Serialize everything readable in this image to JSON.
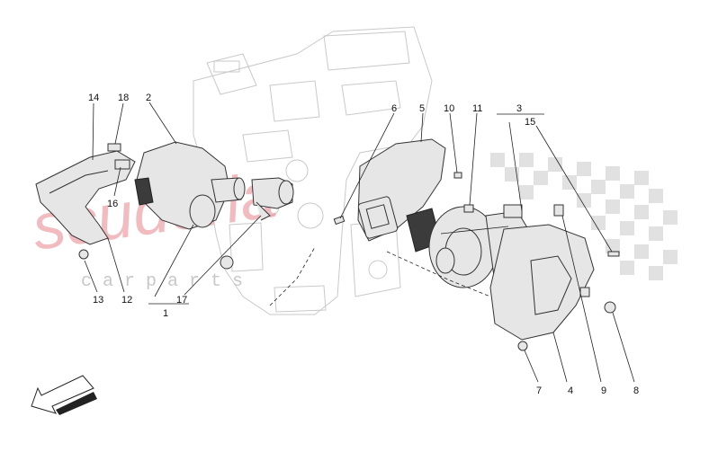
{
  "diagram": {
    "callouts": [
      {
        "id": "c14",
        "label": "14"
      },
      {
        "id": "c18",
        "label": "18"
      },
      {
        "id": "c2",
        "label": "2"
      },
      {
        "id": "c6",
        "label": "6"
      },
      {
        "id": "c5",
        "label": "5"
      },
      {
        "id": "c10",
        "label": "10"
      },
      {
        "id": "c11",
        "label": "11"
      },
      {
        "id": "c3",
        "label": "3"
      },
      {
        "id": "c15",
        "label": "15"
      },
      {
        "id": "c16",
        "label": "16"
      },
      {
        "id": "c13",
        "label": "13"
      },
      {
        "id": "c12",
        "label": "12"
      },
      {
        "id": "c17",
        "label": "17"
      },
      {
        "id": "c1",
        "label": "1"
      },
      {
        "id": "c7",
        "label": "7"
      },
      {
        "id": "c4",
        "label": "4"
      },
      {
        "id": "c9",
        "label": "9"
      },
      {
        "id": "c8",
        "label": "8"
      }
    ]
  },
  "watermark": {
    "brand": "scuderia",
    "sub": "c a r   p a r t s"
  },
  "colors": {
    "watermark": "#e46a73",
    "checker": "#d9d9d9",
    "lines": "#222222",
    "engine_outline": "#c9c9c9"
  },
  "icons": {
    "orientation_arrow": "direction-arrow-icon"
  }
}
